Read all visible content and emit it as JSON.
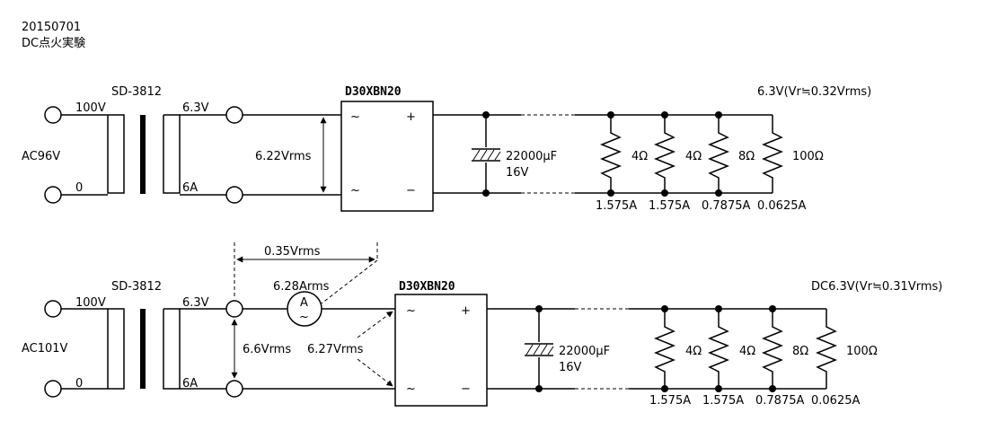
{
  "header": {
    "date": "20150701",
    "title": "DC点火実験"
  },
  "top_circuit": {
    "source": "AC96V",
    "primary_top": "100V",
    "primary_bottom": "0",
    "transformer": "SD-3812",
    "secondary_top": "6.3V",
    "secondary_bottom": "6A",
    "voltage_measure": "6.22Vrms",
    "rectifier": "D30XBN20",
    "ac_top": "~",
    "ac_bottom": "~",
    "dc_plus": "+",
    "dc_minus": "−",
    "capacitor_value": "22000μF",
    "capacitor_voltage": "16V",
    "output_label": "6.3V(Vr≒0.32Vrms)",
    "loads": [
      {
        "resistance": "4Ω",
        "current": "1.575A"
      },
      {
        "resistance": "4Ω",
        "current": "1.575A"
      },
      {
        "resistance": "8Ω",
        "current": "0.7875A"
      },
      {
        "resistance": "100Ω",
        "current": "0.0625A"
      }
    ]
  },
  "bottom_circuit": {
    "source": "AC101V",
    "primary_top": "100V",
    "primary_bottom": "0",
    "transformer": "SD-3812",
    "secondary_top": "6.3V",
    "secondary_bottom": "6A",
    "drop_measure": "0.35Vrms",
    "ammeter_reading": "6.28Arms",
    "ammeter_symbol": "A",
    "ammeter_ac": "~",
    "secondary_voltage": "6.6Vrms",
    "rectifier_input_voltage": "6.27Vrms",
    "rectifier": "D30XBN20",
    "ac_top": "~",
    "ac_bottom": "~",
    "dc_plus": "+",
    "dc_minus": "−",
    "capacitor_value": "22000μF",
    "capacitor_voltage": "16V",
    "output_label": "DC6.3V(Vr≒0.31Vrms)",
    "loads": [
      {
        "resistance": "4Ω",
        "current": "1.575A"
      },
      {
        "resistance": "4Ω",
        "current": "1.575A"
      },
      {
        "resistance": "8Ω",
        "current": "0.7875A"
      },
      {
        "resistance": "100Ω",
        "current": "0.0625A"
      }
    ]
  }
}
